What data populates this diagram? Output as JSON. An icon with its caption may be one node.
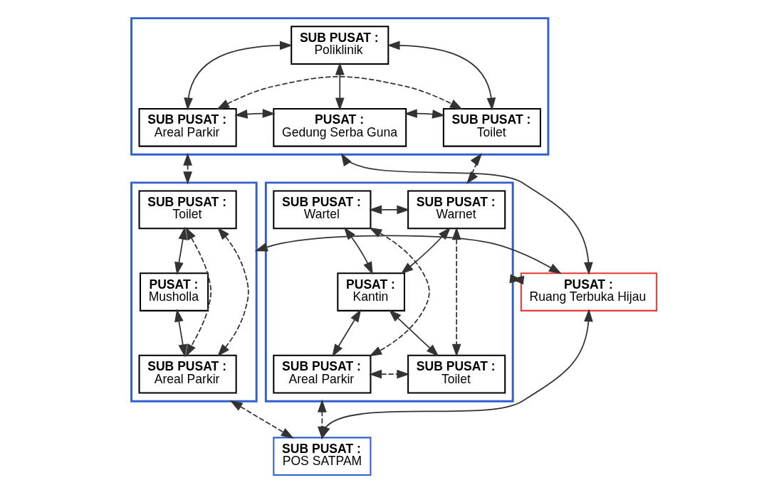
{
  "diagram": {
    "nodes": [
      {
        "text": [],
        "shape": "box"
      },
      {
        "text": [
          "SUB PUSAT :",
          "Poliklinik"
        ],
        "in": 0
      },
      {
        "text": [
          "SUB PUSAT :",
          "Areal Parkir"
        ],
        "in": 0
      },
      {
        "text": [
          "PUSAT :",
          "Gedung Serba Guna"
        ],
        "in": 0
      },
      {
        "text": [
          "SUB PUSAT :",
          "Toilet"
        ],
        "in": 0
      },
      {
        "text": [],
        "shape": "box"
      },
      {
        "text": [
          "SUB PUSAT :",
          "Toilet"
        ],
        "in": 5
      },
      {
        "text": [
          "PUSAT :",
          "Musholla"
        ],
        "in": 5
      },
      {
        "text": [
          "SUB PUSAT :",
          "Areal Parkir"
        ],
        "in": 5
      },
      {
        "text": [
          "PUSAT :",
          "Ruang Terbuka Hijau"
        ]
      },
      {
        "text": [],
        "shape": "box"
      },
      {
        "text": [
          "SUB PUSAT :",
          "Wartel"
        ],
        "in": 10
      },
      {
        "text": [
          "SUB PUSAT :",
          "Warnet"
        ],
        "in": 10
      },
      {
        "text": [
          "PUSAT :",
          "Kantin"
        ],
        "in": 10
      },
      {
        "text": [
          "SUB PUSAT :",
          "Areal Parkir"
        ],
        "in": 10
      },
      {
        "text": [
          "SUB PUSAT :",
          "Toilet"
        ],
        "in": 10
      },
      {
        "text": [
          "SUB PUSAT :",
          "POS SATPAM"
        ]
      }
    ],
    "edges": [
      {
        "from": 2,
        "to": 1,
        "arrow": "both"
      },
      {
        "from": 4,
        "to": 1,
        "arrow": "both"
      },
      {
        "from": 1,
        "to": 3,
        "arrow": "both"
      },
      {
        "from": 2,
        "to": 3,
        "arrow": "both"
      },
      {
        "from": 3,
        "to": 4,
        "arrow": "both"
      },
      {
        "from": 2,
        "to": 4,
        "arrow": "both",
        "style": "dashed"
      },
      {
        "from": 0,
        "to": 5,
        "arrow": "both",
        "style": "dashed"
      },
      {
        "from": 0,
        "to": 10,
        "arrow": "both",
        "style": "dashed"
      },
      {
        "from": 0,
        "to": 9,
        "arrow": "both"
      },
      {
        "from": 5,
        "to": 9,
        "arrow": "both"
      },
      {
        "from": 9,
        "to": 10,
        "arrow": "both"
      },
      {
        "from": 9,
        "to": 16,
        "arrow": "both"
      },
      {
        "from": 6,
        "to": 7,
        "arrow": "both"
      },
      {
        "from": 7,
        "to": 8,
        "arrow": "both"
      },
      {
        "from": 6,
        "to": 8,
        "arrow": "both",
        "style": "dashed"
      },
      {
        "from": 6,
        "to": 8,
        "arrow": "both",
        "style": "dashed"
      },
      {
        "from": 11,
        "to": 12,
        "arrow": "both"
      },
      {
        "from": 13,
        "to": 11,
        "arrow": "both"
      },
      {
        "from": 13,
        "to": 12,
        "arrow": "both"
      },
      {
        "from": 13,
        "to": 14,
        "arrow": "both"
      },
      {
        "from": 13,
        "to": 15,
        "arrow": "both"
      },
      {
        "from": 14,
        "to": 15,
        "arrow": "both",
        "style": "dashed"
      },
      {
        "from": 11,
        "to": 14,
        "arrow": "both",
        "style": "dashed"
      },
      {
        "from": 12,
        "to": 15,
        "arrow": "both",
        "style": "dashed"
      },
      {
        "from": 5,
        "to": 16,
        "arrow": "both",
        "style": "dashed"
      },
      {
        "from": 10,
        "to": 16,
        "arrow": "both",
        "style": "dashed"
      }
    ]
  }
}
